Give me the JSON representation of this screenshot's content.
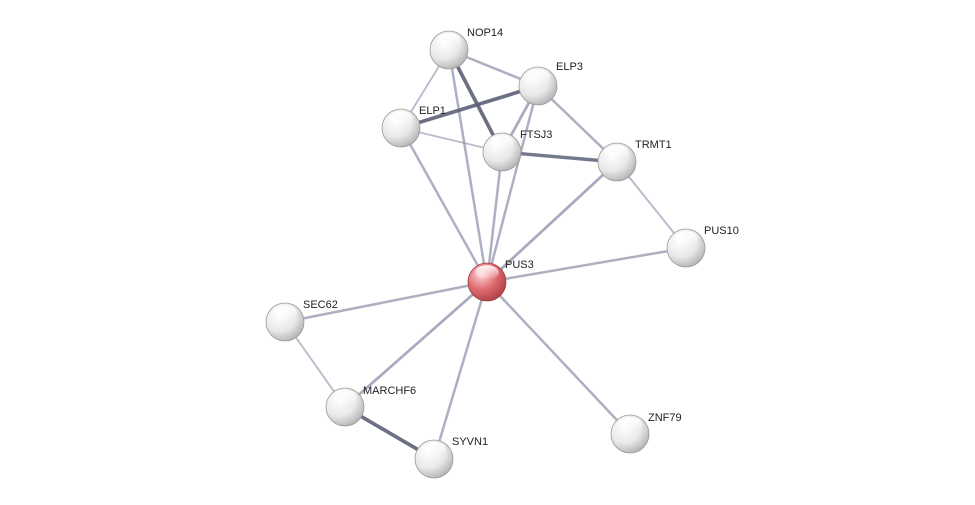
{
  "colors": {
    "edge": "#8a8fa8",
    "edge_strong": "#5c6078",
    "node_default": "#e8e8e8",
    "node_query": "#d9535c"
  },
  "nodes": [
    {
      "id": "NOP14",
      "label": "NOP14",
      "query": false
    },
    {
      "id": "ELP3",
      "label": "ELP3",
      "query": false
    },
    {
      "id": "ELP1",
      "label": "ELP1",
      "query": false
    },
    {
      "id": "FTSJ3",
      "label": "FTSJ3",
      "query": false
    },
    {
      "id": "TRMT1",
      "label": "TRMT1",
      "query": false
    },
    {
      "id": "PUS10",
      "label": "PUS10",
      "query": false
    },
    {
      "id": "PUS3",
      "label": "PUS3",
      "query": true
    },
    {
      "id": "SEC62",
      "label": "SEC62",
      "query": false
    },
    {
      "id": "MARCHF6",
      "label": "MARCHF6",
      "query": false
    },
    {
      "id": "SYVN1",
      "label": "SYVN1",
      "query": false
    },
    {
      "id": "ZNF79",
      "label": "ZNF79",
      "query": false
    }
  ],
  "edges": [
    {
      "source": "NOP14",
      "target": "ELP3",
      "strength": 0.5
    },
    {
      "source": "NOP14",
      "target": "ELP1",
      "strength": 0.3
    },
    {
      "source": "NOP14",
      "target": "FTSJ3",
      "strength": 0.9
    },
    {
      "source": "NOP14",
      "target": "PUS3",
      "strength": 0.5
    },
    {
      "source": "ELP3",
      "target": "ELP1",
      "strength": 0.9
    },
    {
      "source": "ELP3",
      "target": "FTSJ3",
      "strength": 0.6
    },
    {
      "source": "ELP3",
      "target": "TRMT1",
      "strength": 0.5
    },
    {
      "source": "ELP3",
      "target": "PUS3",
      "strength": 0.5
    },
    {
      "source": "ELP1",
      "target": "FTSJ3",
      "strength": 0.3
    },
    {
      "source": "ELP1",
      "target": "PUS3",
      "strength": 0.5
    },
    {
      "source": "FTSJ3",
      "target": "TRMT1",
      "strength": 0.8
    },
    {
      "source": "FTSJ3",
      "target": "PUS3",
      "strength": 0.5
    },
    {
      "source": "TRMT1",
      "target": "PUS3",
      "strength": 0.6
    },
    {
      "source": "TRMT1",
      "target": "PUS10",
      "strength": 0.3
    },
    {
      "source": "PUS10",
      "target": "PUS3",
      "strength": 0.5
    },
    {
      "source": "SEC62",
      "target": "PUS3",
      "strength": 0.5
    },
    {
      "source": "SEC62",
      "target": "MARCHF6",
      "strength": 0.3
    },
    {
      "source": "MARCHF6",
      "target": "PUS3",
      "strength": 0.6
    },
    {
      "source": "MARCHF6",
      "target": "SYVN1",
      "strength": 0.9
    },
    {
      "source": "SYVN1",
      "target": "PUS3",
      "strength": 0.5
    },
    {
      "source": "ZNF79",
      "target": "PUS3",
      "strength": 0.5
    }
  ]
}
